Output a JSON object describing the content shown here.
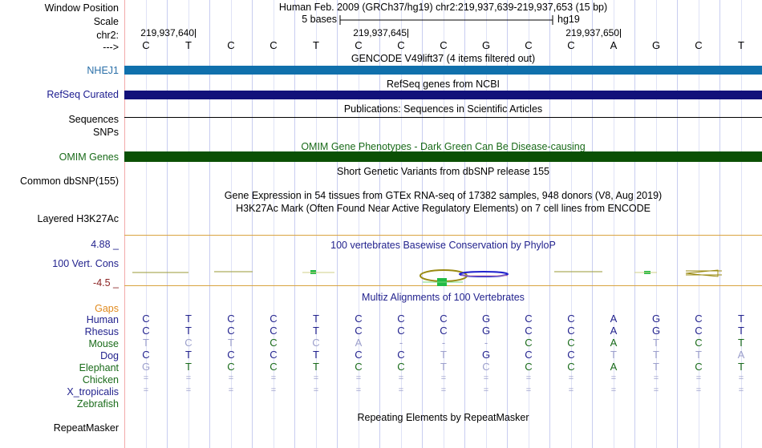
{
  "header": {
    "window_position_label": "Window Position",
    "scale_label": "Scale",
    "chrom_label": "chr2:",
    "strand_label": "--->",
    "assembly_title": "Human Feb. 2009 (GRCh37/hg19)   chr2:219,937,639-219,937,653 (15 bp)",
    "scale_value": "5 bases",
    "db_label": "hg19",
    "ruler_ticks": [
      "219,937,640",
      "219,937,645",
      "219,937,650"
    ],
    "ruler_tick_index": [
      1,
      6,
      11
    ]
  },
  "sequence": {
    "bases": [
      "C",
      "T",
      "C",
      "C",
      "T",
      "C",
      "C",
      "C",
      "G",
      "C",
      "C",
      "A",
      "G",
      "C",
      "T"
    ]
  },
  "tracks": [
    {
      "name": "gencode",
      "label": "",
      "title": "GENCODE V49lift37 (4 items filtered out)",
      "title_color": "#000000",
      "band": null
    },
    {
      "name": "nhej1",
      "label": "NHEJ1",
      "label_color": "#2a6fa8",
      "title": "",
      "band_color": "#1070ac"
    },
    {
      "name": "refseq-curated",
      "label": "RefSeq Curated",
      "label_color": "#1b1b8f",
      "title": "RefSeq genes from NCBI",
      "title_color": "#000000",
      "band_color": "#12117a"
    },
    {
      "name": "sequences",
      "label": "Sequences",
      "label_color": "#000000",
      "title": "Publications: Sequences in Scientific Articles",
      "title_color": "#000000"
    },
    {
      "name": "snps",
      "label": "SNPs",
      "label_color": "#000000",
      "title": ""
    },
    {
      "name": "omim-genes",
      "label": "OMIM Genes",
      "label_color": "#1a6b1a",
      "title": "OMIM Gene Phenotypes - Dark Green Can Be Disease-causing",
      "title_color": "#1a6b1a",
      "band_color": "#0b5005"
    },
    {
      "name": "common-dbsnp",
      "label": "Common dbSNP(155)",
      "label_color": "#000000",
      "title": "Short Genetic Variants from dbSNP release 155",
      "title_color": "#000000"
    },
    {
      "name": "gtex",
      "label": "",
      "title": "Gene Expression in 54 tissues from GTEx RNA-seq of 17382 samples, 948 donors (V8, Aug 2019)",
      "title_color": "#000000"
    },
    {
      "name": "layered-h3k27ac",
      "label": "Layered H3K27Ac",
      "label_color": "#000000",
      "title": "H3K27Ac Mark (Often Found Near Active Regulatory Elements) on 7 cell lines from ENCODE",
      "title_color": "#000000"
    },
    {
      "name": "cons-100vert",
      "label": "100 Vert. Cons",
      "label_color": "#23238e",
      "title": "100 vertebrates Basewise Conservation by PhyloP",
      "title_color": "#23238e",
      "axis_max": "4.88 _",
      "axis_min": "-4.5 _",
      "axis_max_color": "#23238e",
      "axis_min_color": "#8b2323"
    },
    {
      "name": "multiz",
      "label": "",
      "title": "Multiz Alignments of 100 Vertebrates",
      "title_color": "#23238e"
    },
    {
      "name": "repeatmasker",
      "label": "RepeatMasker",
      "label_color": "#000000",
      "title": "Repeating Elements by RepeatMasker",
      "title_color": "#000000"
    }
  ],
  "gaps_label": "Gaps",
  "gaps_color": "#e08a1e",
  "alignment": {
    "species": [
      {
        "name": "Human",
        "color": "#23238e",
        "row": [
          "C",
          "T",
          "C",
          "C",
          "T",
          "C",
          "C",
          "C",
          "G",
          "C",
          "C",
          "A",
          "G",
          "C",
          "T"
        ]
      },
      {
        "name": "Rhesus",
        "color": "#23238e",
        "row": [
          "C",
          "T",
          "C",
          "C",
          "T",
          "C",
          "C",
          "C",
          "G",
          "C",
          "C",
          "A",
          "G",
          "C",
          "T"
        ]
      },
      {
        "name": "Mouse",
        "color": "#1a6b1a",
        "row": [
          "T",
          "C",
          "T",
          "C",
          "C",
          "A",
          "-",
          "-",
          "-",
          "C",
          "C",
          "A",
          "T",
          "C",
          "T"
        ]
      },
      {
        "name": "Dog",
        "color": "#23238e",
        "row": [
          "C",
          "T",
          "C",
          "C",
          "T",
          "C",
          "C",
          "T",
          "G",
          "C",
          "C",
          "T",
          "T",
          "T",
          "A"
        ]
      },
      {
        "name": "Elephant",
        "color": "#1a6b1a",
        "row": [
          "G",
          "T",
          "C",
          "C",
          "T",
          "C",
          "C",
          "T",
          "C",
          "C",
          "C",
          "A",
          "T",
          "C",
          "T"
        ]
      },
      {
        "name": "Chicken",
        "color": "#1a6b1a",
        "row": [
          "=",
          "=",
          "=",
          "=",
          "=",
          "=",
          "=",
          "=",
          "=",
          "=",
          "=",
          "=",
          "=",
          "=",
          "="
        ]
      },
      {
        "name": "X_tropicalis",
        "color": "#23238e",
        "row": [
          "=",
          "=",
          "=",
          "=",
          "=",
          "=",
          "=",
          "=",
          "=",
          "=",
          "=",
          "=",
          "=",
          "=",
          "="
        ]
      },
      {
        "name": "Zebrafish",
        "color": "#1a6b1a",
        "row": [
          "",
          "",
          "",
          "",
          "",
          "",
          "",
          "",
          "",
          "",
          "",
          "",
          "",
          "",
          ""
        ]
      }
    ],
    "faint_color": "#9da0cc"
  },
  "colors": {
    "gridline": "#c8cdf0",
    "center_red": "#f3aaaa",
    "cons_axis": "#d9a441"
  }
}
